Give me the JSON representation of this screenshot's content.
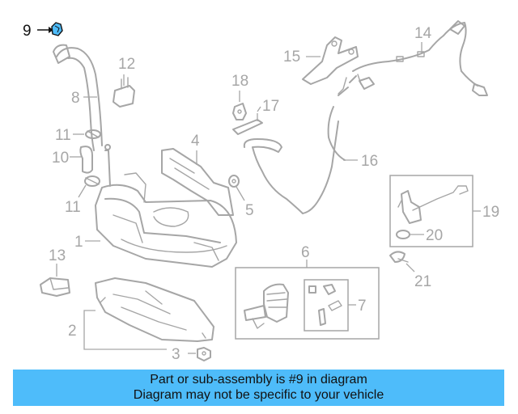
{
  "highlight_color": "#4ebcfa",
  "callouts": {
    "c1": "1",
    "c2": "2",
    "c3": "3",
    "c4": "4",
    "c5": "5",
    "c6": "6",
    "c7": "7",
    "c8": "8",
    "c9": "9",
    "c10": "10",
    "c11a": "11",
    "c11b": "11",
    "c12": "12",
    "c13": "13",
    "c14": "14",
    "c15": "15",
    "c16": "16",
    "c17": "17",
    "c18": "18",
    "c19": "19",
    "c20": "20",
    "c21": "21"
  },
  "banner": {
    "line1": "Part or sub-assembly is #9 in diagram",
    "line2": "Diagram may not be specific to your vehicle"
  }
}
